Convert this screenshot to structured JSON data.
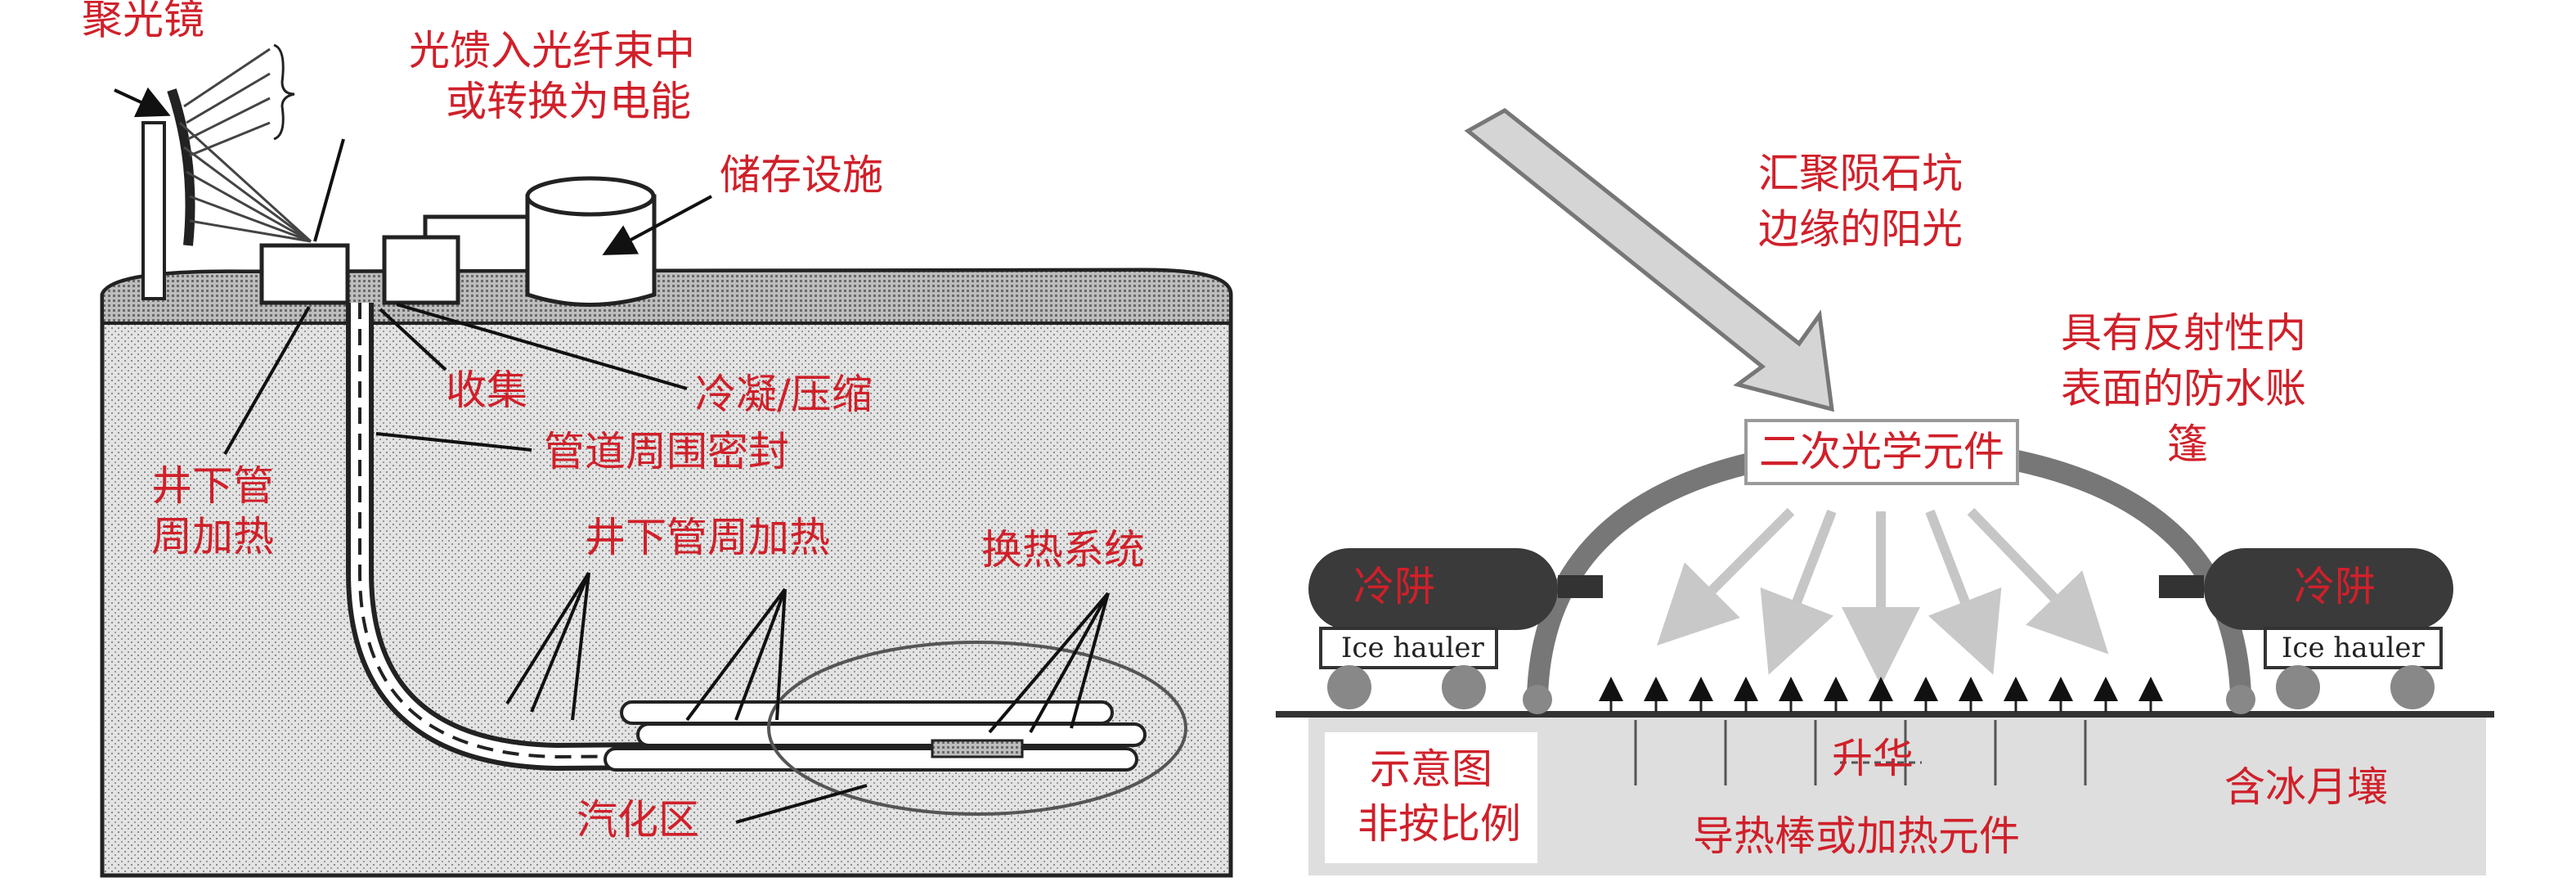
{
  "colors": {
    "label_red": "#d0202a",
    "label_dark": "#222222",
    "soil_fill": "#e6e6e6",
    "line": "#222222",
    "ground_gray": "#dcdcdc",
    "arrow_gray": "#bdbdbd",
    "tank_dark": "#3a3a3a"
  },
  "left_panel": {
    "concentrator": "聚光镜",
    "light_feed_line1": "光馈入光纤束中",
    "light_feed_line2": "或转换为电能",
    "storage": "储存设施",
    "collect": "收集",
    "condense_compress": "冷凝/压缩",
    "downhole_heat_line1": "井下管",
    "downhole_heat_line2": "周加热",
    "pipe_seal": "管道周围密封",
    "downhole_pipe_heat": "井下管周加热",
    "heat_exchange": "换热系统",
    "vaporization_zone": "汽化区"
  },
  "right_panel": {
    "crater_light_line1": "汇聚陨石坑",
    "crater_light_line2": "边缘的阳光",
    "reflective_tent_line1": "具有反射性内",
    "reflective_tent_line2": "表面的防水账",
    "reflective_tent_line3": "篷",
    "secondary_optics": "二次光学元件",
    "cold_trap_left": "冷阱",
    "ice_hauler_left": "Ice hauler",
    "cold_trap_right": "冷阱",
    "ice_hauler_right": "Ice hauler",
    "sublimation": "升华",
    "schematic_line1": "示意图",
    "schematic_line2": "非按比例",
    "heat_rods": "导热棒或加热元件",
    "icy_regolith": "含冰月壤"
  }
}
